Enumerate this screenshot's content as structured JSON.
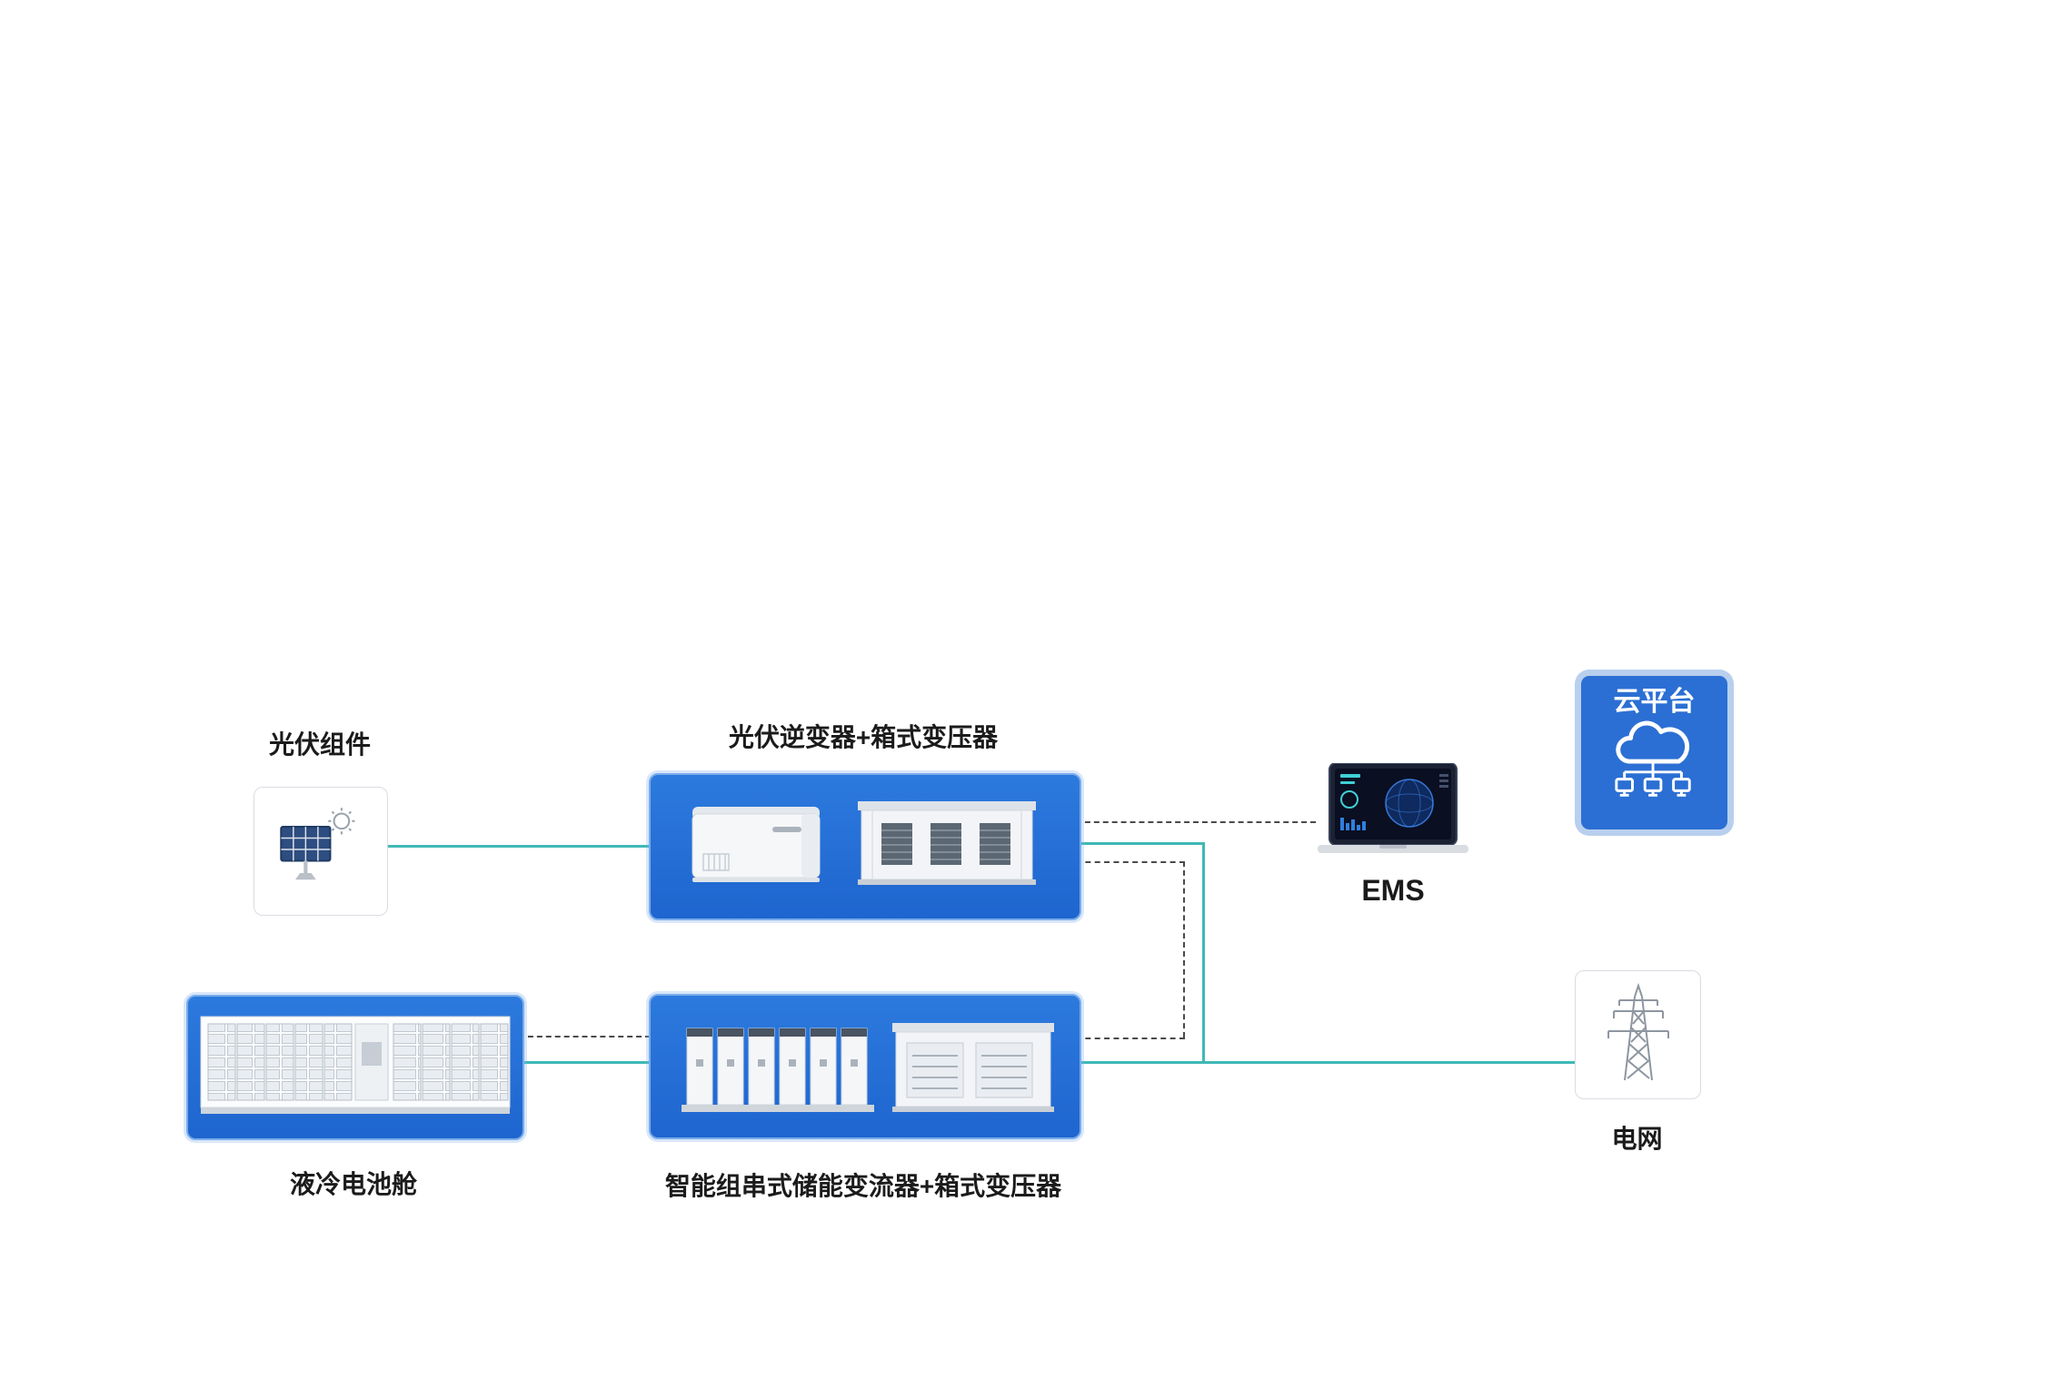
{
  "nodes": {
    "pv": {
      "label": "光伏组件"
    },
    "inverter": {
      "label": "光伏逆变器+箱式变压器"
    },
    "ems": {
      "label": "EMS"
    },
    "cloud": {
      "label": "云平台"
    },
    "battery": {
      "label": "液冷电池舱"
    },
    "pcs": {
      "label": "智能组串式储能变流器+箱式变压器"
    },
    "grid": {
      "label": "电网"
    }
  },
  "icons": {
    "pv": "solar-panel-icon",
    "inverter": "inverter-and-box-transformer-illustration",
    "ems": "laptop-dashboard-illustration",
    "cloud": "cloud-network-icon",
    "battery": "liquid-cooled-battery-container-illustration",
    "pcs": "string-pcs-and-box-transformer-illustration",
    "grid": "power-transmission-tower-icon"
  },
  "colors": {
    "node_blue": "#2272d9",
    "node_blue_border": "#79aceb",
    "cloud_frame": "#b9cfee",
    "cloud_fill": "#2b6fd4",
    "power_line": "#3fb9b6",
    "signal_line": "#4a4a4a",
    "label_text": "#1b1b1b"
  }
}
